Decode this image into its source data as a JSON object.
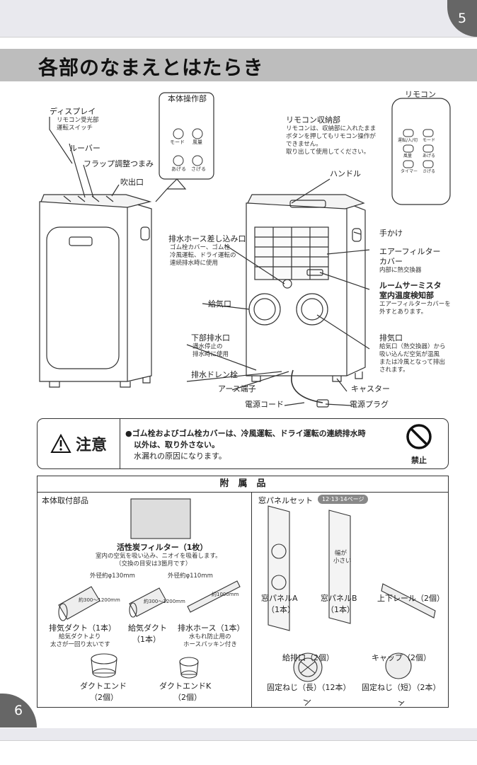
{
  "page_numbers": {
    "top": "5",
    "bottom": "6"
  },
  "section_title": "各部のなまえとはたらき",
  "labels": {
    "display": "ディスプレイ",
    "display_note_1": "リモコン受光部",
    "display_note_2": "運転スイッチ",
    "louver": "ルーバー",
    "flap_knob": "フラップ調整つまみ",
    "outlet": "吹出口",
    "control_panel": "本体操作部",
    "remote_storage": "リモコン収納部",
    "remote_storage_note_1": "リモコンは、収納部に入れたまま",
    "remote_storage_note_2": "ボタンを押してもリモコン操作が",
    "remote_storage_note_3": "できません。",
    "remote_storage_note_4": "取り出して使用してください。",
    "remote": "リモコン",
    "handle": "ハンドル",
    "hand_grip": "手かけ",
    "drain_hose_inlet": "排水ホース差し込み口",
    "drain_hose_note_1": "ゴム栓カバー、ゴム栓",
    "drain_hose_note_2": "冷風運転、ドライ運転の",
    "drain_hose_note_3": "連続排水時に使用",
    "filter_cover_1": "エアーフィルター",
    "filter_cover_2": "カバー",
    "filter_cover_note": "内部に熱交換器",
    "thermistor_1": "ルームサーミスタ",
    "thermistor_2": "室内温度検知部",
    "thermistor_note_1": "エアーフィルターカバーを",
    "thermistor_note_2": "外すとあります。",
    "intake": "給気口",
    "lower_drain": "下部排水口",
    "lower_drain_note_1": "満水停止の",
    "lower_drain_note_2": "排水時に使用",
    "exhaust": "排気口",
    "exhaust_note_1": "給気口（熱交換器）から",
    "exhaust_note_2": "吸い込んだ空気が温風",
    "exhaust_note_3": "または冷風となって排出",
    "exhaust_note_4": "されます。",
    "drain_plug": "排水ドレン栓",
    "earth_terminal": "アース端子",
    "caster": "キャスター",
    "power_cord": "電源コード",
    "power_plug": "電源プラグ"
  },
  "control_panel_buttons": [
    "モード",
    "風量",
    "あげる",
    "さげる"
  ],
  "remote_buttons": [
    "運転/入/切",
    "モード",
    "風量",
    "あげる",
    "タイマー",
    "さげる"
  ],
  "caution": {
    "heading": "注意",
    "line1": "●ゴム栓およびゴム栓カバーは、冷風運転、ドライ運転の連続排水時",
    "line2": "以外は、取り外さない。",
    "line3": "水漏れの原因になります。",
    "prohibit_label": "禁止"
  },
  "accessories": {
    "title": "附　属　品",
    "body_parts_title": "本体取付部品",
    "window_set_title": "窓パネルセット",
    "window_set_ref": "12·13·14ページ",
    "carbon_filter": "活性炭フィルター（1枚）",
    "carbon_filter_note_1": "室内の空気を吸い込み、ニオイを吸着します。",
    "carbon_filter_note_2": "（交換の目安は3箇月です）",
    "exhaust_duct_dia": "外径約φ130mm",
    "exhaust_duct_len": "約300～1200mm",
    "intake_duct_dia": "外径約φ110mm",
    "intake_duct_len": "約300～1200mm",
    "drain_hose_len": "約1000mm",
    "exhaust_duct": "排気ダクト（1本）",
    "exhaust_duct_note_1": "給気ダクトより",
    "exhaust_duct_note_2": "太さが一回り太いです",
    "intake_duct": "給気ダクト",
    "intake_duct_qty": "（1本）",
    "drain_hose": "排水ホース（1本）",
    "drain_hose_note_1": "水もれ防止用の",
    "drain_hose_note_2": "ホースパッキン付き",
    "duct_end": "ダクトエンド",
    "duct_end_qty": "（2個）",
    "duct_end_k": "ダクトエンドK",
    "duct_end_k_qty": "（2個）",
    "panel_b_note_1": "幅が",
    "panel_b_note_2": "小さい",
    "panel_a": "窓パネルA",
    "panel_a_qty": "（1本）",
    "panel_b": "窓パネルB",
    "panel_b_qty": "（1本）",
    "rail": "上下レール（2個）",
    "vent": "給排口（2個）",
    "cap": "キャップ（2個）",
    "screw_long": "固定ねじ（長）（12本）",
    "screw_short": "固定ねじ（短）（2本）"
  }
}
